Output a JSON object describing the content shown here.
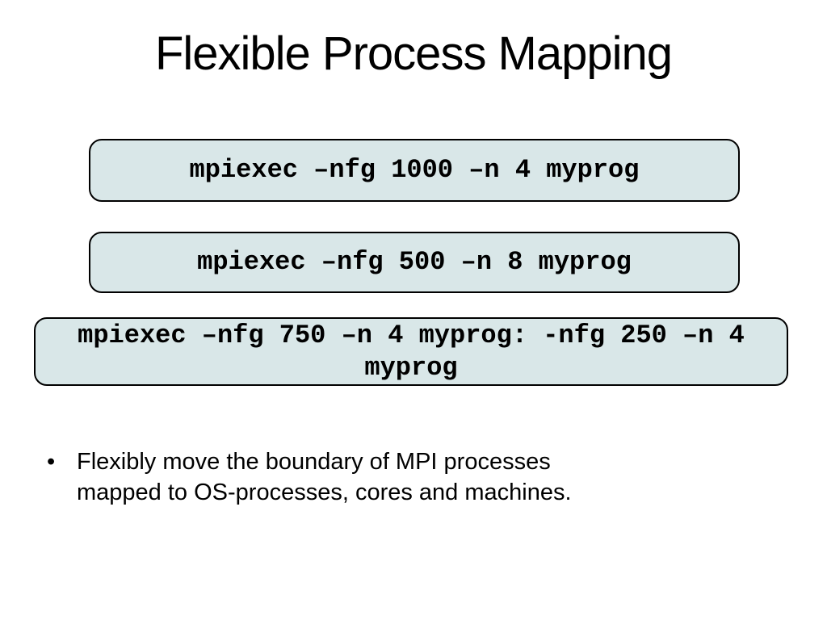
{
  "slide": {
    "title": "Flexible Process Mapping",
    "command_boxes": [
      "mpiexec –nfg 1000 –n 4 myprog",
      "mpiexec –nfg 500 –n 8 myprog",
      "mpiexec –nfg 750 –n 4 myprog: -nfg 250 –n 4 myprog"
    ],
    "bullet": {
      "marker": "•",
      "text": "Flexibly move the boundary of MPI processes mapped to OS-processes, cores and machines."
    },
    "colors": {
      "background": "#ffffff",
      "box_fill": "#d9e7e8",
      "box_border": "#000000",
      "text": "#000000"
    }
  }
}
